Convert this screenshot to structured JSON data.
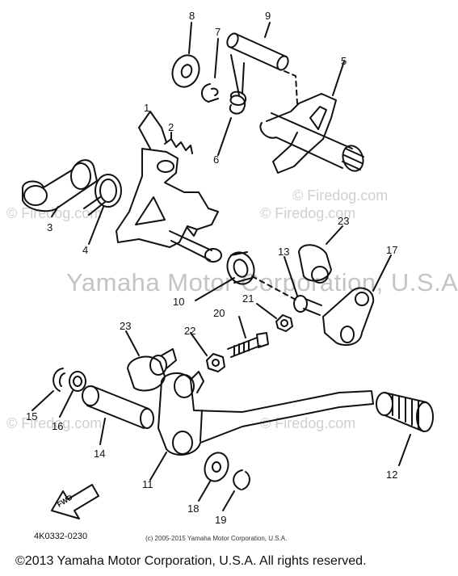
{
  "watermark": {
    "main": "Yamaha Motor Corporation, U.S.A.",
    "site": "© Firedog.com"
  },
  "parts": {
    "p1": "1",
    "p2": "2",
    "p3": "3",
    "p4": "4",
    "p5": "5",
    "p6": "6",
    "p7": "7",
    "p8": "8",
    "p9": "9",
    "p10": "10",
    "p11": "11",
    "p12": "12",
    "p13": "13",
    "p14": "14",
    "p15": "15",
    "p16": "16",
    "p17": "17",
    "p18": "18",
    "p19": "19",
    "p20": "20",
    "p21": "21",
    "p22": "22",
    "p23a": "23",
    "p23b": "23"
  },
  "fwd_label": "FWD",
  "diagram_code": "4K0332-0230",
  "copyright_small": "(c) 2005-2015 Yamaha Motor Corporation, U.S.A.",
  "copyright_main": "©2013 Yamaha Motor Corporation, U.S.A. All rights reserved."
}
